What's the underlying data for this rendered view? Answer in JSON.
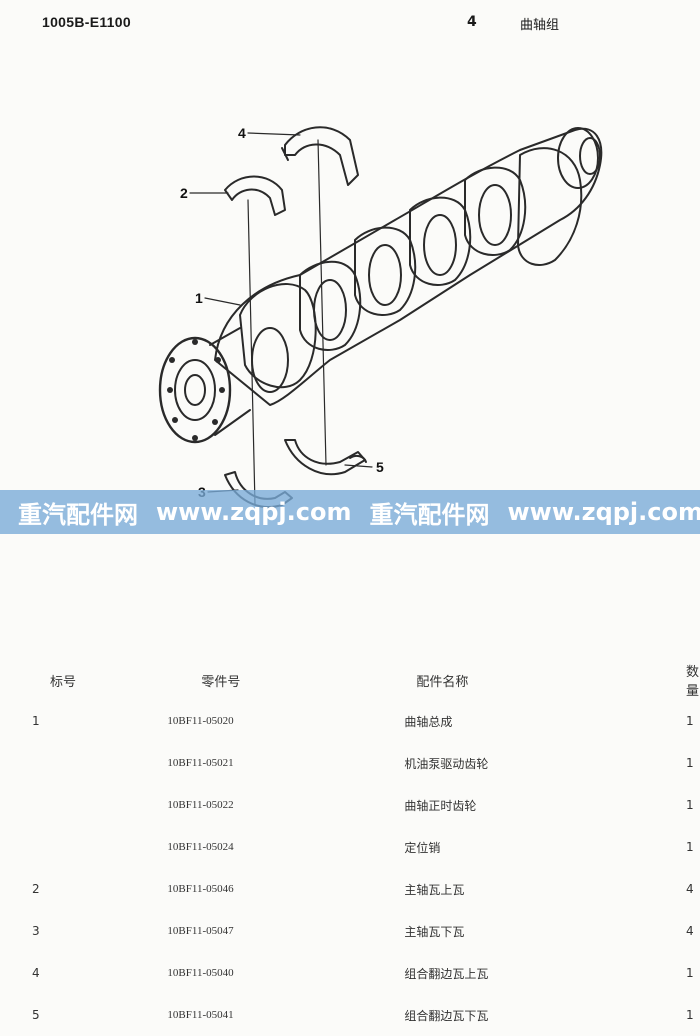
{
  "header": {
    "code": "1005B-E1100",
    "section_number": "4",
    "title": "曲轴组"
  },
  "diagram": {
    "callouts": [
      "1",
      "2",
      "3",
      "4",
      "5"
    ]
  },
  "watermark": {
    "brand": "重汽配件网",
    "url": "www.zqpj.com"
  },
  "table": {
    "headers": {
      "no": "标号",
      "part": "零件号",
      "name": "配件名称",
      "qty": "数量"
    },
    "rows": [
      {
        "no": "1",
        "part": "10BF11-05020",
        "name": "曲轴总成",
        "qty": "1"
      },
      {
        "no": "",
        "part": "10BF11-05021",
        "name": "机油泵驱动齿轮",
        "qty": "1"
      },
      {
        "no": "",
        "part": "10BF11-05022",
        "name": "曲轴正时齿轮",
        "qty": "1"
      },
      {
        "no": "",
        "part": "10BF11-05024",
        "name": "定位销",
        "qty": "1"
      },
      {
        "no": "2",
        "part": "10BF11-05046",
        "name": "主轴瓦上瓦",
        "qty": "4"
      },
      {
        "no": "3",
        "part": "10BF11-05047",
        "name": "主轴瓦下瓦",
        "qty": "4"
      },
      {
        "no": "4",
        "part": "10BF11-05040",
        "name": "组合翻边瓦上瓦",
        "qty": "1"
      },
      {
        "no": "5",
        "part": "10BF11-05041",
        "name": "组合翻边瓦下瓦",
        "qty": "1"
      }
    ]
  }
}
